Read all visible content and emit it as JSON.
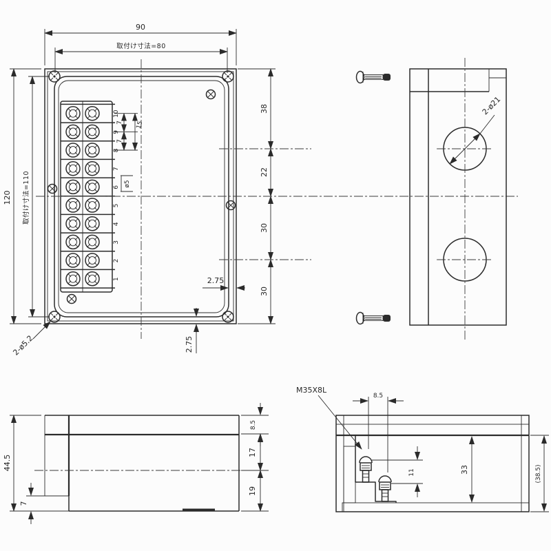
{
  "meta": {
    "drawing_type": "terminal-box-dimensional-drawing",
    "background_color": "#fcfcfc",
    "line_color": "#2b2b2b"
  },
  "front_view": {
    "dim_overall_width": "90",
    "dim_mount_width": "取付け寸法=80",
    "dim_overall_height": "120",
    "dim_mount_height": "取付け寸法=110",
    "dim_right_chain": [
      "38",
      "22",
      "30",
      "30"
    ],
    "dim_lid_offset_horizontal": "2.75",
    "dim_lid_offset_vertical": "2.75",
    "label_mount_holes": "2-ø5.2",
    "terminal_numbers": [
      "10",
      "9",
      "8",
      "7",
      "6",
      "5",
      "4",
      "3",
      "2",
      "1"
    ],
    "dim_terminal_pitch_a": "7",
    "dim_terminal_pitch_b": "7",
    "dim_terminal_span": "15",
    "label_terminal_hole": "ø5"
  },
  "side_view": {
    "label_conduit_holes": "2-ø21"
  },
  "bottom_view": {
    "dim_overall_depth": "44.5",
    "dim_foot": "7",
    "dim_lid_depth": "8.5",
    "dim_upper": "17",
    "dim_lower": "19"
  },
  "section_view": {
    "label_terminal_screw": "M35X8L",
    "dim_screw_offset": "8.5",
    "dim_step": "11",
    "dim_inner_depth": "33",
    "dim_reference_depth": "(38.5)"
  }
}
